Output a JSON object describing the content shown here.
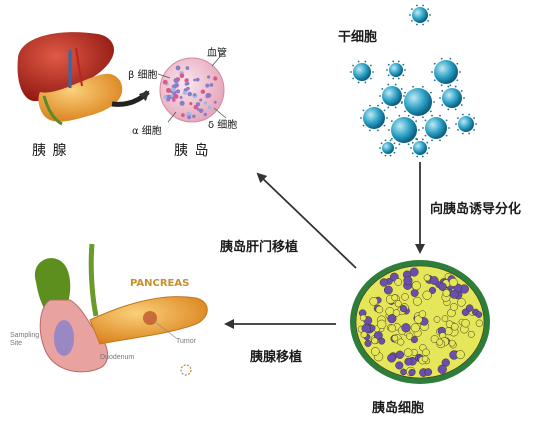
{
  "diagram": {
    "panel_pancreas_islet": {
      "pancreas_label": "胰 腺",
      "islet_label": "胰 岛",
      "beta_cell": "β 细胞",
      "alpha_cell": "α 细胞",
      "blood_vessel": "血管",
      "delta_cell": "δ 细胞"
    },
    "panel_stem_cells": {
      "label": "干细胞"
    },
    "panel_islet_cells": {
      "label": "胰岛细胞"
    },
    "panel_transplant_organ": {
      "title": "PANCREAS",
      "tumor": "Tumor",
      "duodenum": "Duodenum",
      "sampling_site": "Sampling Site"
    },
    "arrows": {
      "differentiation": "向胰岛诱导分化",
      "portal_vein_transplant": "胰岛肝门移植",
      "pancreas_transplant": "胰腺移植"
    },
    "colors": {
      "liver": "#b8241c",
      "pancreas": "#f0a22a",
      "islet_pink": "#f3c7d3",
      "stem_cell": "#2aa0c4",
      "islet_yellow": "#e6e65a",
      "islet_purple": "#6a4fb0",
      "islet_green": "#2f7d3a",
      "arrow": "#333333"
    }
  }
}
